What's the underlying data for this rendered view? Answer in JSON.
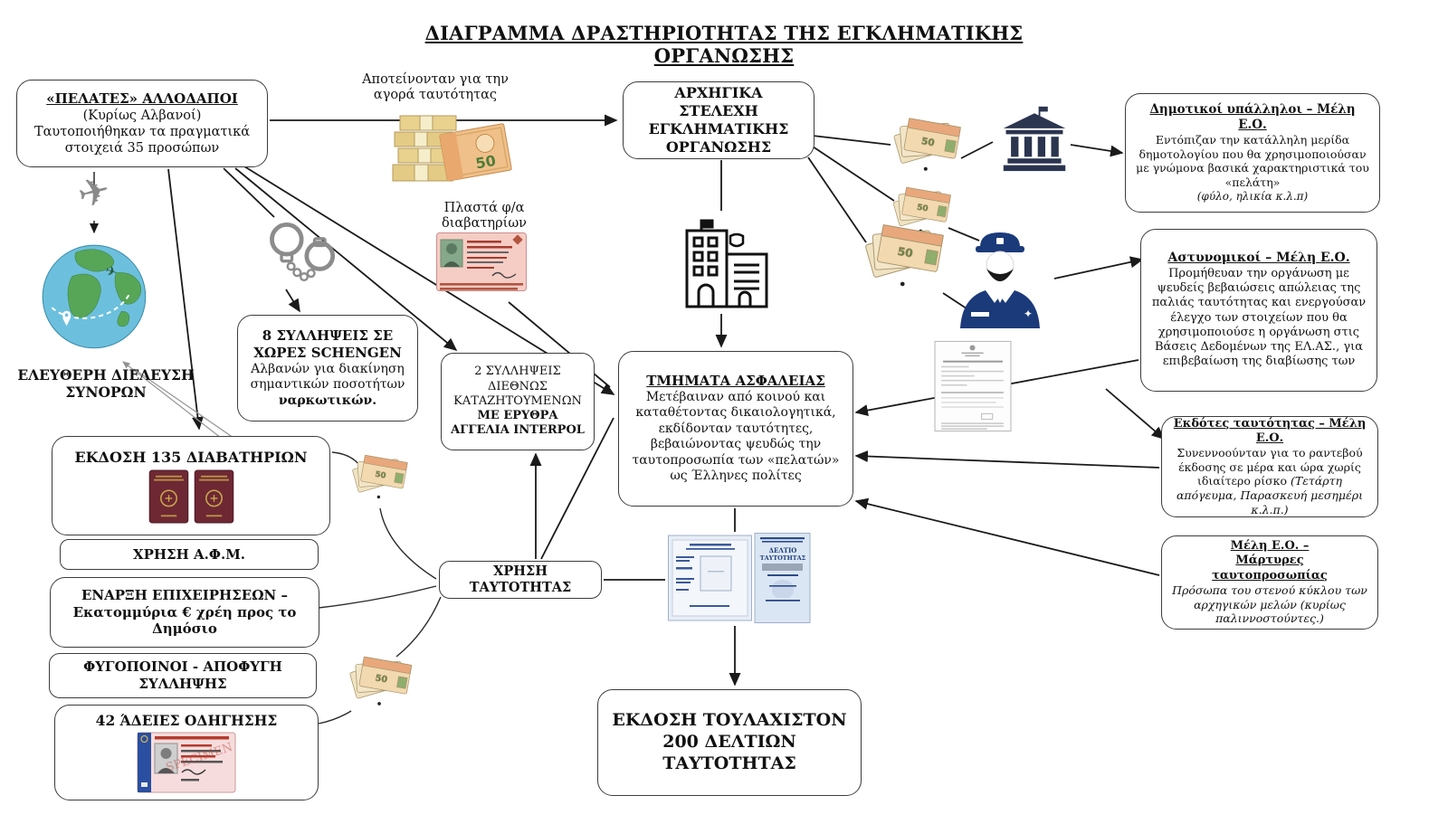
{
  "title": "ΔΙΑΓΡΑΜΜΑ ΔΡΑΣΤΗΡΙΟΤΗΤΑΣ ΤΗΣ ΕΓΚΛΗΜΑΤΙΚΗΣ ΟΡΓΑΝΩΣΗΣ",
  "nodes": {
    "clients": {
      "title": "«ΠΕΛΑΤΕΣ» ΑΛΛΟΔΑΠΟΙ",
      "sub": "(Κυρίως Αλβανοί)",
      "body": "Ταυτοποιήθηκαν τα πραγματικά στοιχειά 35 προσώπων"
    },
    "buy_label": "Αποτείνονταν για την αγορά ταυτότητας",
    "leaders": "ΑΡΧΗΓΙΚΑ ΣΤΕΛΕΧΗ ΕΓΚΛΗΜΑΤΙΚΗΣ ΟΡΓΑΝΩΣΗΣ",
    "municipal": {
      "title": "Δημοτικοί υπάλληλοι – Μέλη Ε.Ο.",
      "body": "Εντόπιζαν την κατάλληλη μερίδα δημοτολογίου που θα χρησιμοποιούσαν με γνώμονα βασικά χαρακτηριστικά του «πελάτη»",
      "note": "(φύλο, ηλικία κ.λ.π)"
    },
    "police": {
      "title": "Αστυνομικοί  – Μέλη Ε.Ο.",
      "body": "Προμήθευαν την οργάνωση με ψευδείς βεβαιώσεις απώλειας της παλιάς ταυτότητας και ενεργούσαν έλεγχο των στοιχείων που θα χρησιμοποιούσε η οργάνωση στις Βάσεις Δεδομένων της ΕΛ.ΑΣ., για επιβεβαίωση της διαβίωσης των"
    },
    "issuers": {
      "title": "Εκδότες ταυτότητας  – Μέλη Ε.Ο.",
      "body": "Συνεννοούνταν για το ραντεβού έκδοσης σε μέρα και ώρα χωρίς ιδιαίτερο ρίσκο ",
      "note": "(Τετάρτη απόγευμα, Παρασκευή μεσημέρι κ.λ.π.)"
    },
    "witnesses": {
      "title": "Μέλη Ε.Ο. – Μάρτυρες ταυτοπροσωπίας",
      "body": "Πρόσωπα του στενού κύκλου των αρχηγικών μελών (κυρίως παλιννοστούντες.)"
    },
    "security": {
      "title": "ΤΜΗΜΑΤΑ ΑΣΦΑΛΕΙΑΣ",
      "body": "Μετέβαιναν από κοινού και καταθέτοντας δικαιολογητικά, εκδίδονταν ταυτότητες, βεβαιώνοντας ψευδώς την ταυτοπροσωπία των «πελατών» ως Έλληνες πολίτες"
    },
    "schengen": {
      "title": "8 ΣΥΛΛΗΨΕΙΣ ΣΕ ΧΩΡΕΣ SCHENGEN",
      "body": "Αλβανών για διακίνηση σημαντικών ποσοτήτων ",
      "bold": "ναρκωτικών."
    },
    "interpol": {
      "body": "2 ΣΥΛΛΗΨΕΙΣ ΔΙΕΘΝΩΣ ΚΑΤΑΖΗΤΟΥΜΕΝΩΝ ",
      "bold": "ΜΕ ΕΡΥΘΡΑ ΑΓΓΕΛΙΑ INTERPOL"
    },
    "fake_copies": "Πλαστά φ/α διαβατηρίων",
    "free_crossing": "ΕΛΕΥΘΕΡΗ ΔΙΕΛΕΥΣΗ ΣΥΝΟΡΩΝ",
    "passports": "ΕΚΔΟΣΗ 135 ΔΙΑΒΑΤΗΡΙΩΝ",
    "afm": "ΧΡΗΣΗ Α.Φ.Μ.",
    "business": "ΕΝΑΡΞΗ ΕΠΙΧΕΙΡΗΣΕΩΝ – Εκατομμύρια € χρέη προς το Δημόσιο",
    "fugitives": "ΦΥΓΟΠΟΙΝΟΙ - ΑΠΟΦΥΓΗ ΣΥΛΛΗΨΗΣ",
    "licenses": "42 ΆΔΕΙΕΣ ΟΔΗΓΗΣΗΣ",
    "id_use": "ΧΡΗΣΗ ΤΑΥΤΟΤΗΤΑΣ",
    "id_cards": "ΕΚΔΟΣΗ ΤΟΥΛΑΧΙΣΤΟΝ 200 ΔΕΛΤΙΩΝ ΤΑΥΤΟΤΗΤΑΣ"
  },
  "icons": {
    "plane": "✈",
    "money_note_label": "50"
  },
  "colors": {
    "arrow": "#1a1a1a",
    "bank_navy": "#2b3550",
    "police_blue": "#1b3a7a",
    "money_tan": "#f2e3c0",
    "money_orange": "#e8a87c",
    "globe_blue": "#6cc0dd",
    "globe_green": "#57a657",
    "passport_maroon": "#6d2834",
    "pink_card": "#f5cdc5",
    "blue_card": "#dbe6f4"
  }
}
